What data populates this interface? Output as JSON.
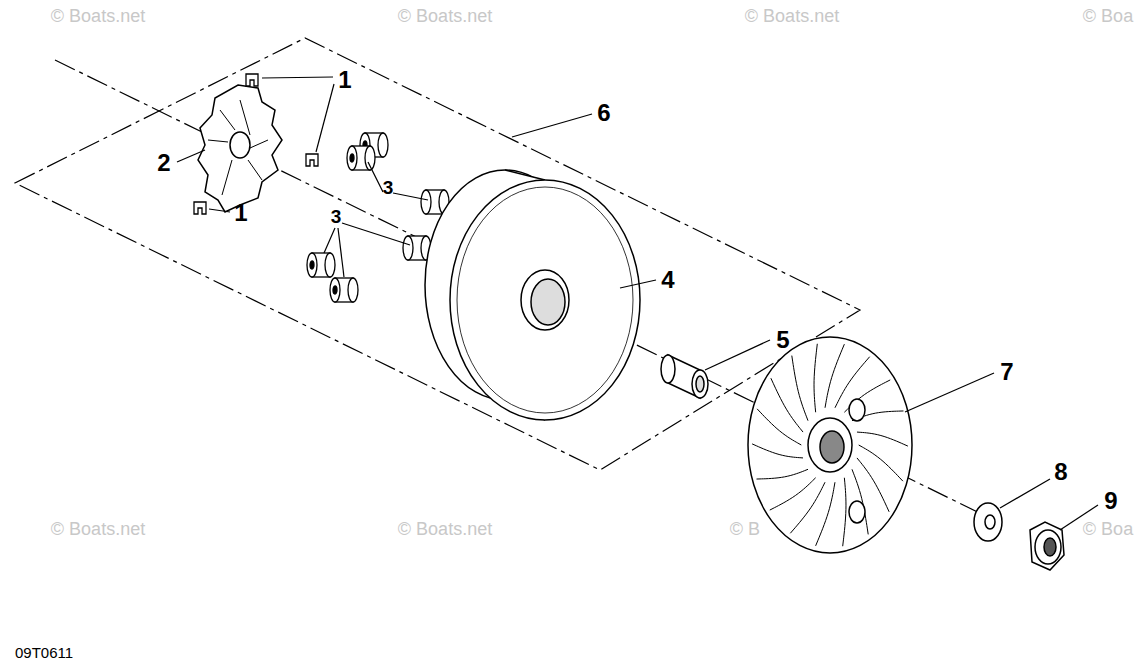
{
  "diagram": {
    "labels": [
      "© Boats.net",
      "© Boats.net",
      "© Boats.net",
      "© Boa",
      "1",
      "2",
      "1",
      "3",
      "3",
      "4",
      "6",
      "5",
      "7",
      "8",
      "9",
      "© Boats.net",
      "© Boats.net",
      "© B",
      "© Boa",
      "09T0611"
    ]
  }
}
